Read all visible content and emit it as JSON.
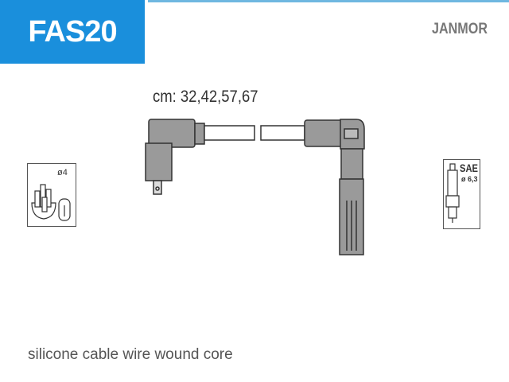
{
  "product_code": "FAS20",
  "brand": "JANMOR",
  "lengths_label": "cm: 32,42,57,67",
  "distributor_diameter": "ø4",
  "plug_standard": "SAE",
  "plug_diameter": "ø 6,3",
  "description": "silicone cable wire wound core",
  "colors": {
    "accent": "#1a8fdc",
    "part_fill": "#9a9a9a",
    "outline": "#333333"
  }
}
